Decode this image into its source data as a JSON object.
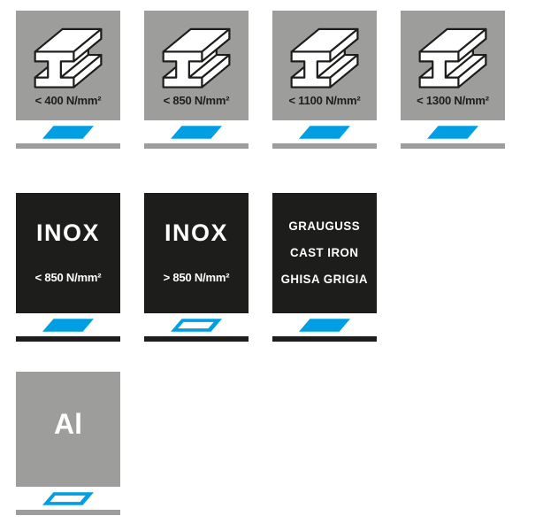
{
  "colors": {
    "tile_gray": "#9d9d9c",
    "tile_black": "#1d1d1b",
    "marker_blue": "#009fe3",
    "strip_white": "#ffffff",
    "text_dark": "#1d1d1b",
    "text_light": "#ffffff"
  },
  "icons": {
    "beam": "steel-i-beam-icon",
    "marker": "parallelogram-band-marker-icon"
  },
  "tiles": [
    {
      "material": "structural-steel",
      "rating": "< 400 N/mm²",
      "marker_style": "solid",
      "marker_outline": false
    },
    {
      "material": "structural-steel",
      "rating": "< 850 N/mm²",
      "marker_style": "solid",
      "marker_outline": false
    },
    {
      "material": "structural-steel",
      "rating": "< 1100 N/mm²",
      "marker_style": "solid",
      "marker_outline": false
    },
    {
      "material": "structural-steel",
      "rating": "< 1300 N/mm²",
      "marker_style": "solid",
      "marker_outline": false
    },
    {
      "material": "stainless-steel",
      "label": "INOX",
      "rating": "< 850 N/mm²",
      "marker_style": "solid",
      "marker_outline": false
    },
    {
      "material": "stainless-steel",
      "label": "INOX",
      "rating": "> 850 N/mm²",
      "marker_style": "outline",
      "marker_outline": true
    },
    {
      "material": "cast-iron",
      "lines": [
        "GRAUGUSS",
        "CAST IRON",
        "GHISA GRIGIA"
      ],
      "marker_style": "solid",
      "marker_outline": false
    },
    {
      "material": "aluminium",
      "label": "Al",
      "marker_style": "outline",
      "marker_outline": true
    }
  ]
}
